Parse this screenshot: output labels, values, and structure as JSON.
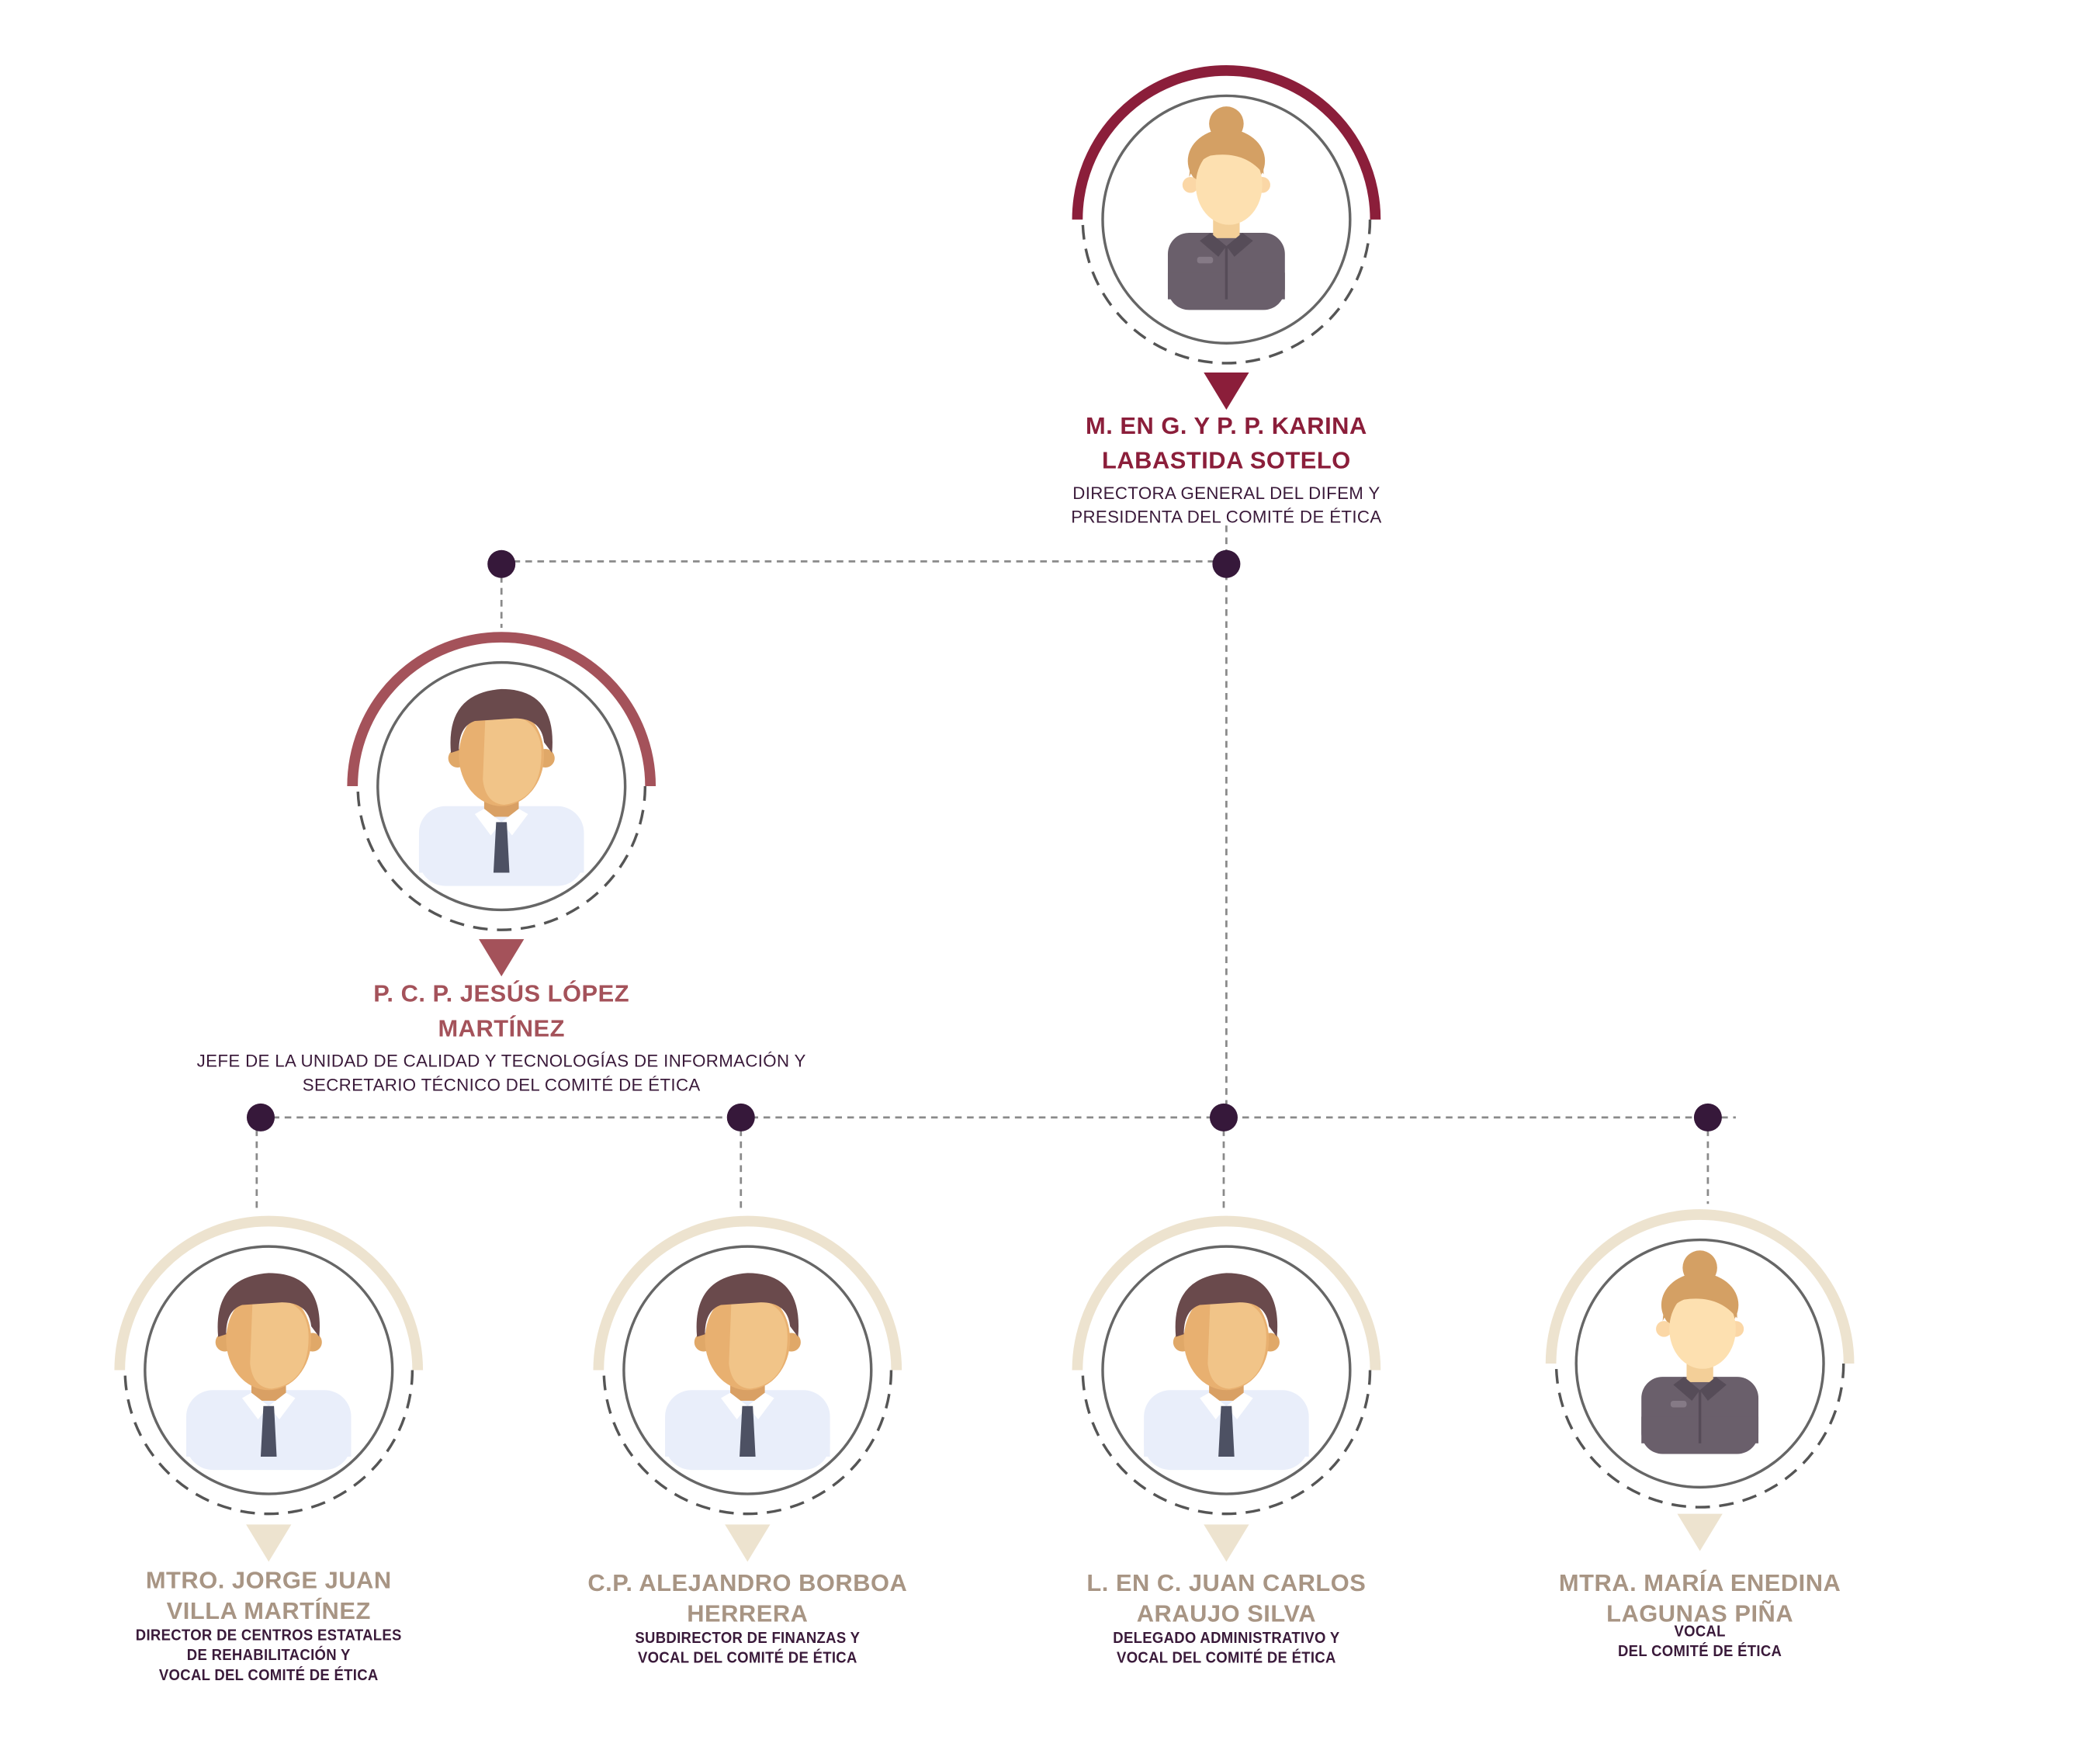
{
  "colors": {
    "director": "#8b1e3a",
    "secretary": "#a4525a",
    "vocal": "#ede3cf",
    "vocal_name": "#a89584",
    "role_text": "#3a1a3a",
    "connector_dot": "#36183a"
  },
  "members": [
    {
      "name_lines": [
        "M. EN G. Y P. P. KARINA",
        "LABASTIDA SOTELO"
      ],
      "role_lines": [
        "DIRECTORA GENERAL DEL DIFEM Y",
        "PRESIDENTA DEL COMITÉ DE ÉTICA"
      ],
      "avatar": "woman-avatar",
      "level": "director"
    },
    {
      "name_lines": [
        "P. C. P. JESÚS LÓPEZ",
        "MARTÍNEZ"
      ],
      "role_lines": [
        "JEFE DE LA UNIDAD DE CALIDAD Y TECNOLOGÍAS DE INFORMACIÓN Y",
        "SECRETARIO TÉCNICO DEL COMITÉ DE ÉTICA"
      ],
      "avatar": "man-avatar",
      "level": "secretary"
    },
    {
      "name_lines": [
        "MTRO. JORGE JUAN",
        "VILLA MARTÍNEZ"
      ],
      "role_lines": [
        "DIRECTOR DE CENTROS ESTATALES",
        "DE REHABILITACIÓN Y",
        "VOCAL DEL COMITÉ DE ÉTICA"
      ],
      "avatar": "man-avatar",
      "level": "vocal"
    },
    {
      "name_lines": [
        "C.P. ALEJANDRO BORBOA",
        "HERRERA"
      ],
      "role_lines": [
        "SUBDIRECTOR DE FINANZAS Y",
        "VOCAL DEL COMITÉ DE ÉTICA"
      ],
      "avatar": "man-avatar",
      "level": "vocal"
    },
    {
      "name_lines": [
        "L. EN C. JUAN CARLOS",
        "ARAUJO SILVA"
      ],
      "role_lines": [
        "DELEGADO ADMINISTRATIVO Y",
        "VOCAL DEL COMITÉ DE ÉTICA"
      ],
      "avatar": "man-avatar",
      "level": "vocal"
    },
    {
      "name_lines": [
        "MTRA. MARÍA ENEDINA",
        "LAGUNAS PIÑA"
      ],
      "role_lines": [
        "VOCAL",
        "DEL COMITÉ DE ÉTICA"
      ],
      "avatar": "woman-avatar",
      "level": "vocal"
    }
  ]
}
